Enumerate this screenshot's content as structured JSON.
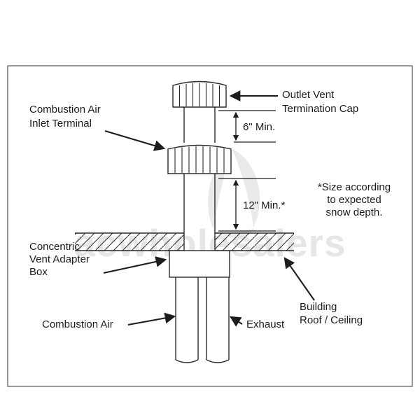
{
  "diagram": {
    "title_hint": "Concentric vent termination installation diagram",
    "labels": {
      "outlet_vent": {
        "l1": "Outlet Vent",
        "l2": "Termination Cap"
      },
      "inlet": {
        "l1": "Combustion Air",
        "l2": "Inlet Terminal"
      },
      "dims": {
        "six": "6\" Min.",
        "twelve": "12\" Min.*"
      },
      "size_note": {
        "l1": "*Size according",
        "l2": "to expected",
        "l3": "snow depth."
      },
      "adapter": {
        "l1": "Concentric",
        "l2": "Vent Adapter",
        "l3": "Box"
      },
      "roof": {
        "l1": "Building",
        "l2": "Roof / Ceiling"
      },
      "combustion_air": "Combustion Air",
      "exhaust": "Exhaust"
    },
    "watermark": {
      "text": "acwholesalers"
    },
    "colors": {
      "line": "#2a2a2a",
      "watermark": "#d6d6d6",
      "background": "#ffffff"
    }
  }
}
